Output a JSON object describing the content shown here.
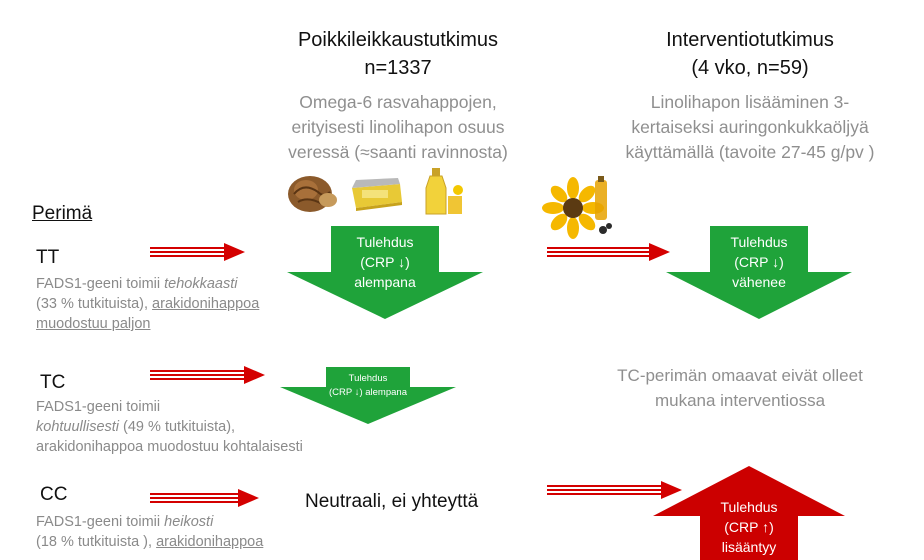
{
  "columns": {
    "cross": {
      "title_line1": "Poikkileikkaustutkimus",
      "title_line2": "n=1337",
      "desc": [
        "Omega-6 rasvahappojen,",
        "erityisesti linolihapon osuus",
        "veressä (≈saanti ravinnosta)"
      ]
    },
    "intervention": {
      "title_line1": "Interventiotutkimus",
      "title_line2": "(4 vko, n=59)",
      "desc": [
        "Linolihapon lisääminen 3-",
        "kertaiseksi auringonkukkaöljyä",
        "käyttämällä (tavoite 27-45 g/pv )"
      ]
    }
  },
  "perima_label": "Perimä",
  "rows": {
    "tt": {
      "genotype": "TT",
      "desc_a": "FADS1-geeni toimii ",
      "desc_b": "tehokkaasti",
      "desc_c": "(33 % tutkituista), ",
      "desc_d": "arakidonihappoa",
      "desc_e": "muodostuu paljon ",
      "cross_result": [
        "Tulehdus",
        "(CRP ↓)",
        "alempana"
      ],
      "intervention_result": [
        "Tulehdus",
        "(CRP ↓)",
        "vähenee"
      ]
    },
    "tc": {
      "genotype": "TC",
      "desc_a": "FADS1-geeni toimii",
      "desc_b": "kohtuullisesti",
      "desc_c": " (49 % tutkituista),",
      "desc_d": "arakidonihappoa muodostuu kohtalaisesti",
      "cross_result": [
        "Tulehdus",
        "(CRP ↓) alempana"
      ],
      "intervention_note": [
        "TC-perimän omaavat eivät olleet",
        "mukana interventiossa"
      ]
    },
    "cc": {
      "genotype": "CC",
      "desc_a": "FADS1-geeni toimii ",
      "desc_b": "heikosti",
      "desc_c": "(18 % tutkituista ), ",
      "desc_d": "arakidonihappoa",
      "cross_result": "Neutraali, ei yhteyttä",
      "intervention_result": [
        "Tulehdus",
        "(CRP ↑)",
        "lisääntyy"
      ]
    }
  },
  "colors": {
    "green": "#1fa33a",
    "red": "#cc0000",
    "grey_text": "#8f8f8f"
  },
  "icons": [
    "walnut-icon",
    "margarine-tub-icon",
    "oil-bottle-icon",
    "sunflower-oil-icon"
  ]
}
